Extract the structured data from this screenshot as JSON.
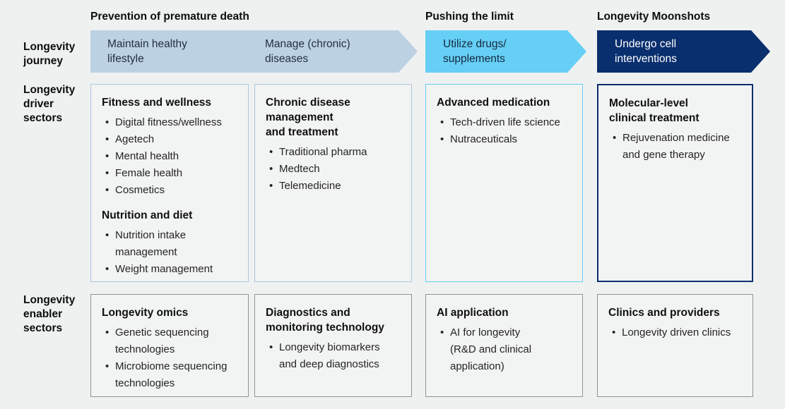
{
  "colors": {
    "background": "#eff1f1",
    "box_fill": "#f2f3f3",
    "journey_prevention": "#bcd1e2",
    "journey_pushing": "#66cff6",
    "journey_moonshots": "#0a2f6e",
    "driver_border_prevention": "#aac6dc",
    "driver_border_pushing": "#66ccf5",
    "driver_border_moonshots": "#0a2f6e",
    "enabler_border": "#909294",
    "moonshot_text": "#ffffff"
  },
  "group_headers": [
    {
      "label": "Prevention of premature death"
    },
    {
      "label": "Pushing the limit"
    },
    {
      "label": "Longevity Moonshots"
    }
  ],
  "row_labels": {
    "journey": "Longevity\njourney",
    "driver": "Longevity\ndriver\nsectors",
    "enabler": "Longevity\nenabler\nsectors"
  },
  "journey": {
    "segments": [
      {
        "labels": [
          "Maintain healthy\nlifestyle",
          "Manage (chronic)\ndiseases"
        ]
      },
      {
        "labels": [
          "Utilize drugs/\nsupplements"
        ]
      },
      {
        "labels": [
          "Undergo cell\ninterventions"
        ]
      }
    ]
  },
  "driver_boxes": [
    {
      "groups": [
        {
          "heading": "Fitness and wellness",
          "items": [
            "Digital fitness/wellness",
            "Agetech",
            "Mental health",
            "Female health",
            "Cosmetics"
          ]
        },
        {
          "heading": "Nutrition and diet",
          "items": [
            "Nutrition intake\nmanagement",
            "Weight management"
          ]
        }
      ]
    },
    {
      "groups": [
        {
          "heading": "Chronic disease\nmanagement\nand treatment",
          "items": [
            "Traditional pharma",
            "Medtech",
            "Telemedicine"
          ]
        }
      ]
    },
    {
      "groups": [
        {
          "heading": "Advanced medication",
          "items": [
            "Tech-driven life science",
            "Nutraceuticals"
          ]
        }
      ]
    },
    {
      "groups": [
        {
          "heading": "Molecular-level\nclinical treatment",
          "items": [
            "Rejuvenation medicine\nand gene therapy"
          ]
        }
      ]
    }
  ],
  "enabler_boxes": [
    {
      "heading": "Longevity omics",
      "items": [
        "Genetic sequencing\ntechnologies",
        "Microbiome sequencing\ntechnologies"
      ]
    },
    {
      "heading": "Diagnostics and\nmonitoring technology",
      "items": [
        "Longevity biomarkers\nand deep diagnostics"
      ]
    },
    {
      "heading": "AI application",
      "items": [
        "AI for longevity\n(R&D and clinical\napplication)"
      ]
    },
    {
      "heading": "Clinics and providers",
      "items": [
        "Longevity driven clinics"
      ]
    }
  ]
}
